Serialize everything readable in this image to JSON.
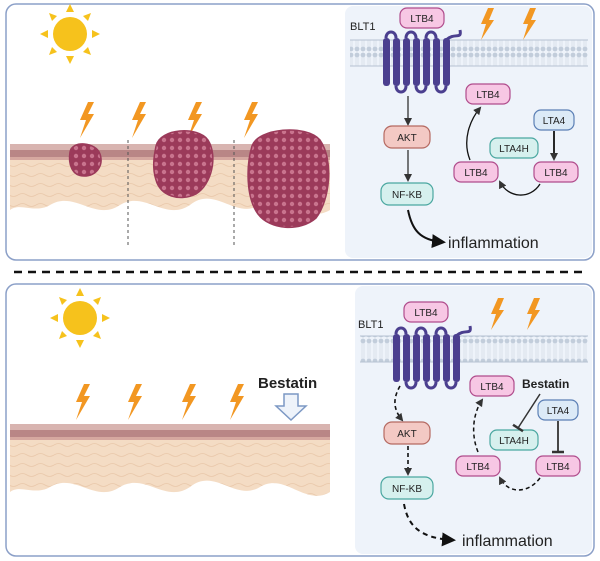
{
  "colors": {
    "panel_border": "#8ca0c8",
    "right_bg": "#eef3fa",
    "receptor": "#4b3f8f",
    "pink_box": "#f7c7e4",
    "pink_border": "#b04c8c",
    "blue_box": "#dceaf7",
    "blue_border": "#5b7fb5",
    "teal_box": "#d6f0ee",
    "teal_border": "#4aa7a0",
    "akt_box": "#f3c9c4",
    "akt_border": "#b56a62",
    "nfkb_box": "#d6f0ee",
    "tumor": "#9b3a5a",
    "skin_top": "#c49090",
    "skin_body": "#f4dcc4",
    "lightning": "#f29722",
    "sun": "#f6c21c"
  },
  "icons": [
    "sun-icon",
    "lightning-icon",
    "cell-membrane",
    "receptor-icon",
    "arrow-down-icon"
  ],
  "top_panel": {
    "receptor_label": "BLT1",
    "ltb4_receptor": "LTB4",
    "akt": "AKT",
    "nfkb": "NF-KB",
    "outcome": "inflammation",
    "cycle": {
      "ltb4_a": "LTB4",
      "lta4": "LTA4",
      "lta4h": "LTA4H",
      "ltb4_b": "LTB4",
      "ltb4_c": "LTB4"
    }
  },
  "bottom_panel": {
    "drug": "Bestatin",
    "receptor_label": "BLT1",
    "ltb4_receptor": "LTB4",
    "akt": "AKT",
    "nfkb": "NF-KB",
    "outcome": "inflammation",
    "inhibitor": "Bestatin",
    "cycle": {
      "ltb4_a": "LTB4",
      "lta4": "LTA4",
      "lta4h": "LTA4H",
      "ltb4_b": "LTB4",
      "ltb4_c": "LTB4"
    }
  }
}
